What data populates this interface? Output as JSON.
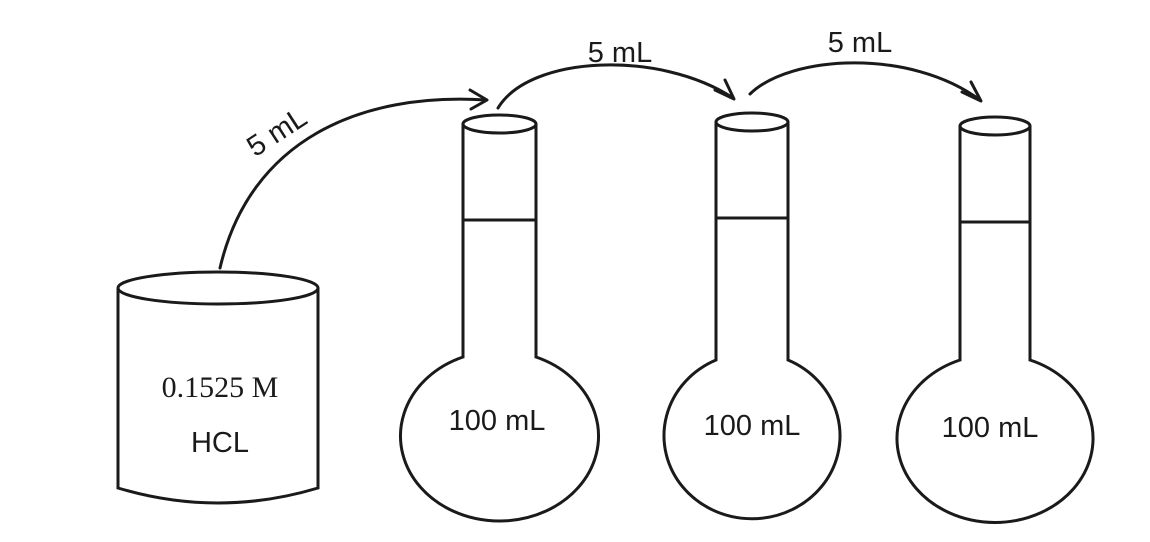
{
  "stock": {
    "concentration": "0.1525 M",
    "name": "HCL"
  },
  "transfers": [
    {
      "volume": "5 mL"
    },
    {
      "volume": "5 mL"
    },
    {
      "volume": "5 mL"
    }
  ],
  "flasks": [
    {
      "volume": "100 mL"
    },
    {
      "volume": "100 mL"
    },
    {
      "volume": "100 mL"
    }
  ]
}
